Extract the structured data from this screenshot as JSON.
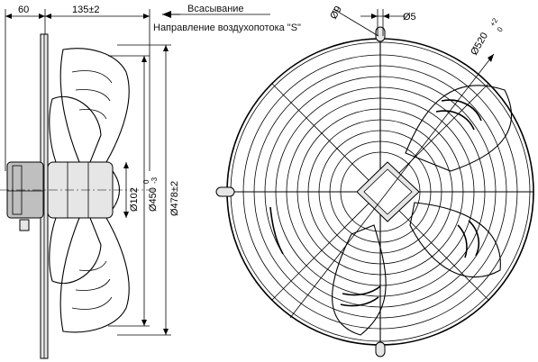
{
  "labels": {
    "suction": "Всасывание",
    "airflow_direction": "Направление воздухопотока \"S\""
  },
  "side_view": {
    "dim_width_left": "60",
    "dim_width_right": "135±2",
    "dim_hub": "Ø102",
    "dim_blade": "Ø450",
    "dim_blade_tol_top": "0",
    "dim_blade_tol_bottom": "-3",
    "dim_overall": "Ø478±2"
  },
  "front_view": {
    "dim_hole": "Ø9",
    "dim_wire": "Ø5",
    "dim_guard": "Ø520",
    "dim_guard_tol_top": "+2",
    "dim_guard_tol_bottom": "0"
  }
}
